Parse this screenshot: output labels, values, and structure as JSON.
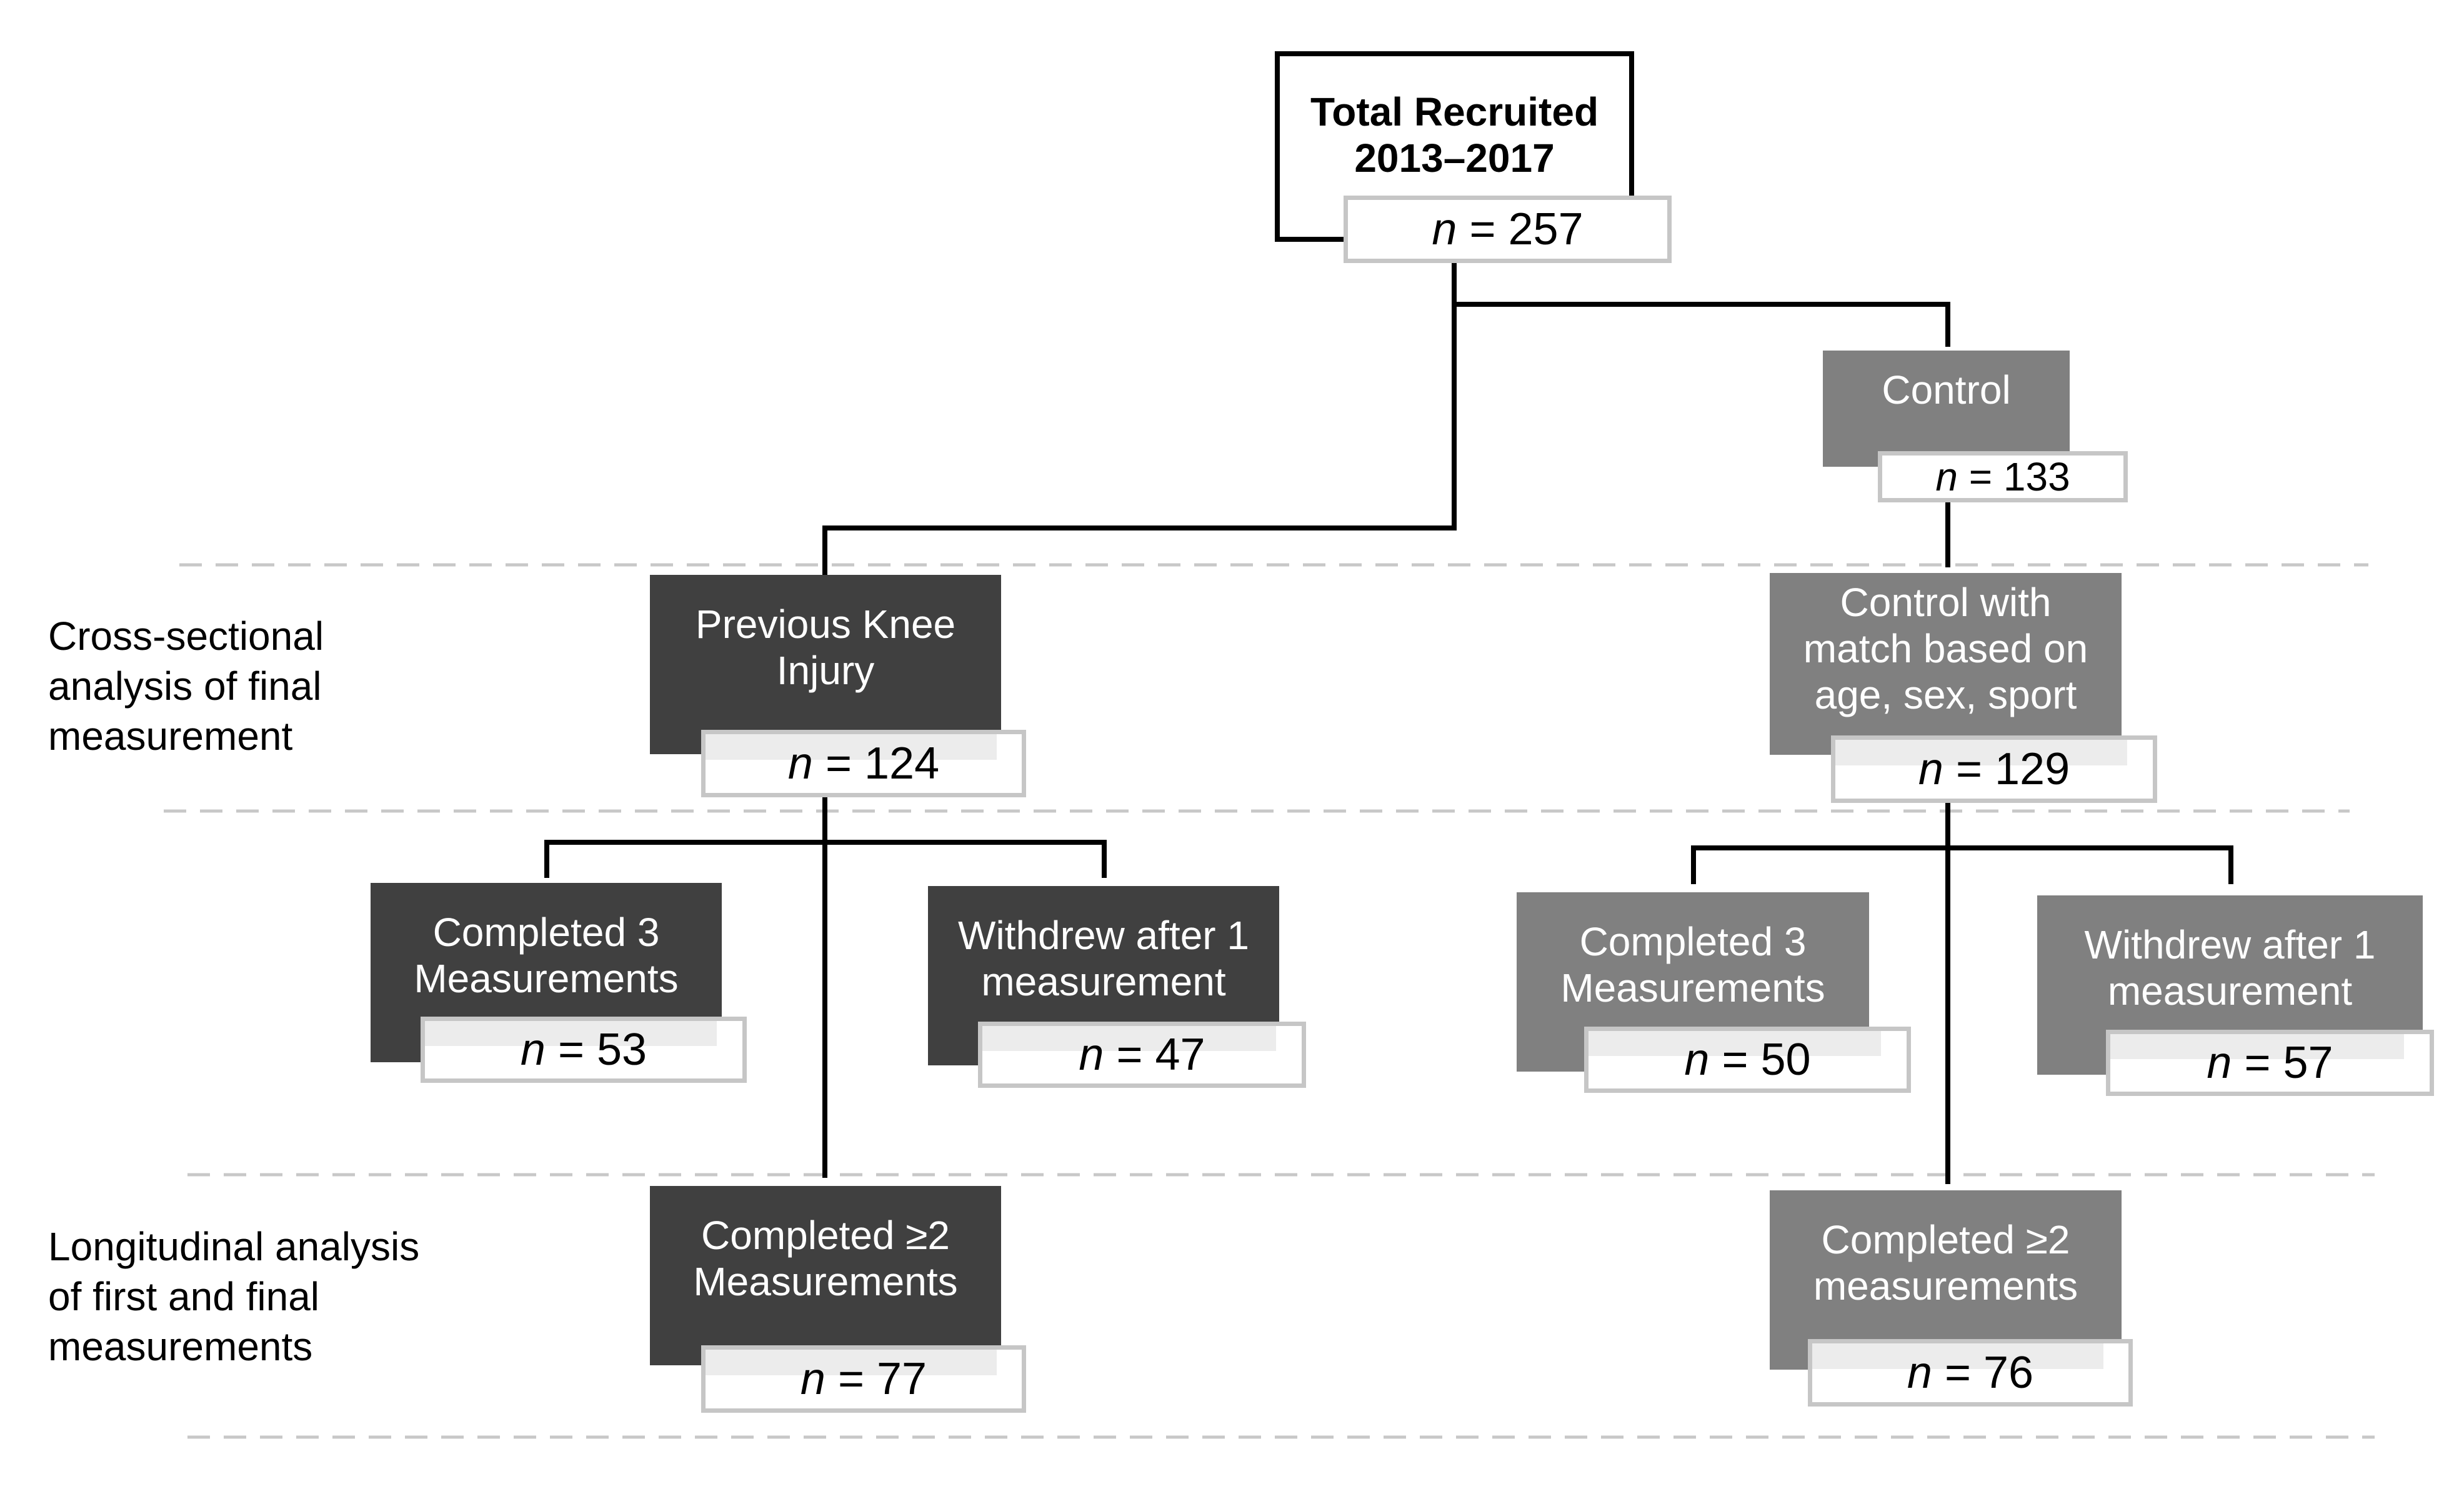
{
  "total": {
    "title_lines": [
      "Total Recruited",
      "2013–2017"
    ],
    "n_prefix": "n",
    "n_value": "= 257"
  },
  "control": {
    "title_lines": [
      "Control"
    ],
    "n_prefix": "n",
    "n_value": "= 133"
  },
  "injury": {
    "title_lines": [
      "Previous Knee",
      "Injury"
    ],
    "n_prefix": "n",
    "n_value": "= 124"
  },
  "matched_control": {
    "title_lines": [
      "Control with",
      "match based on",
      "age, sex, sport"
    ],
    "n_prefix": "n",
    "n_value": "= 129"
  },
  "injury_completed3": {
    "title_lines": [
      "Completed 3",
      "Measurements"
    ],
    "n_prefix": "n",
    "n_value": "= 53"
  },
  "injury_withdrew": {
    "title_lines": [
      "Withdrew after 1",
      "measurement"
    ],
    "n_prefix": "n",
    "n_value": "= 47"
  },
  "control_completed3": {
    "title_lines": [
      "Completed 3",
      "Measurements"
    ],
    "n_prefix": "n",
    "n_value": "= 50"
  },
  "control_withdrew": {
    "title_lines": [
      "Withdrew after 1",
      "measurement"
    ],
    "n_prefix": "n",
    "n_value": "= 57"
  },
  "injury_completed2": {
    "title_lines": [
      "Completed ≥2",
      "Measurements"
    ],
    "n_prefix": "n",
    "n_value": "= 77"
  },
  "control_completed2": {
    "title_lines": [
      "Completed ≥2",
      "measurements"
    ],
    "n_prefix": "n",
    "n_value": "= 76"
  },
  "side_labels": {
    "cross_sectional": [
      "Cross-sectional",
      "analysis of final",
      "measurement"
    ],
    "longitudinal": [
      "Longitudinal analysis",
      "of first and final",
      "measurements"
    ]
  },
  "colors": {
    "injury_fill": "#404040",
    "control_fill": "#808080",
    "n_border": "#c6c6c6",
    "connector": "#000000",
    "separator": "#c8c8c8"
  }
}
